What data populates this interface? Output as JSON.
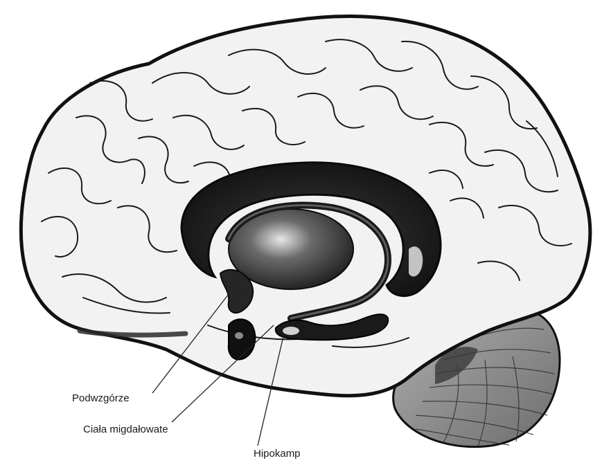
{
  "diagram": {
    "labels": {
      "hypothalamus": "Podwzgórze",
      "amygdala": "Ciała migdałowate",
      "hippocampus": "Hipokamp"
    }
  },
  "colors": {
    "cortex_fill": "#f2f2f2",
    "outline": "#111111",
    "limbic_dark": "#1c1c1c",
    "cerebellum_fill": "#8e8e8e",
    "leader_line": "#222222"
  }
}
